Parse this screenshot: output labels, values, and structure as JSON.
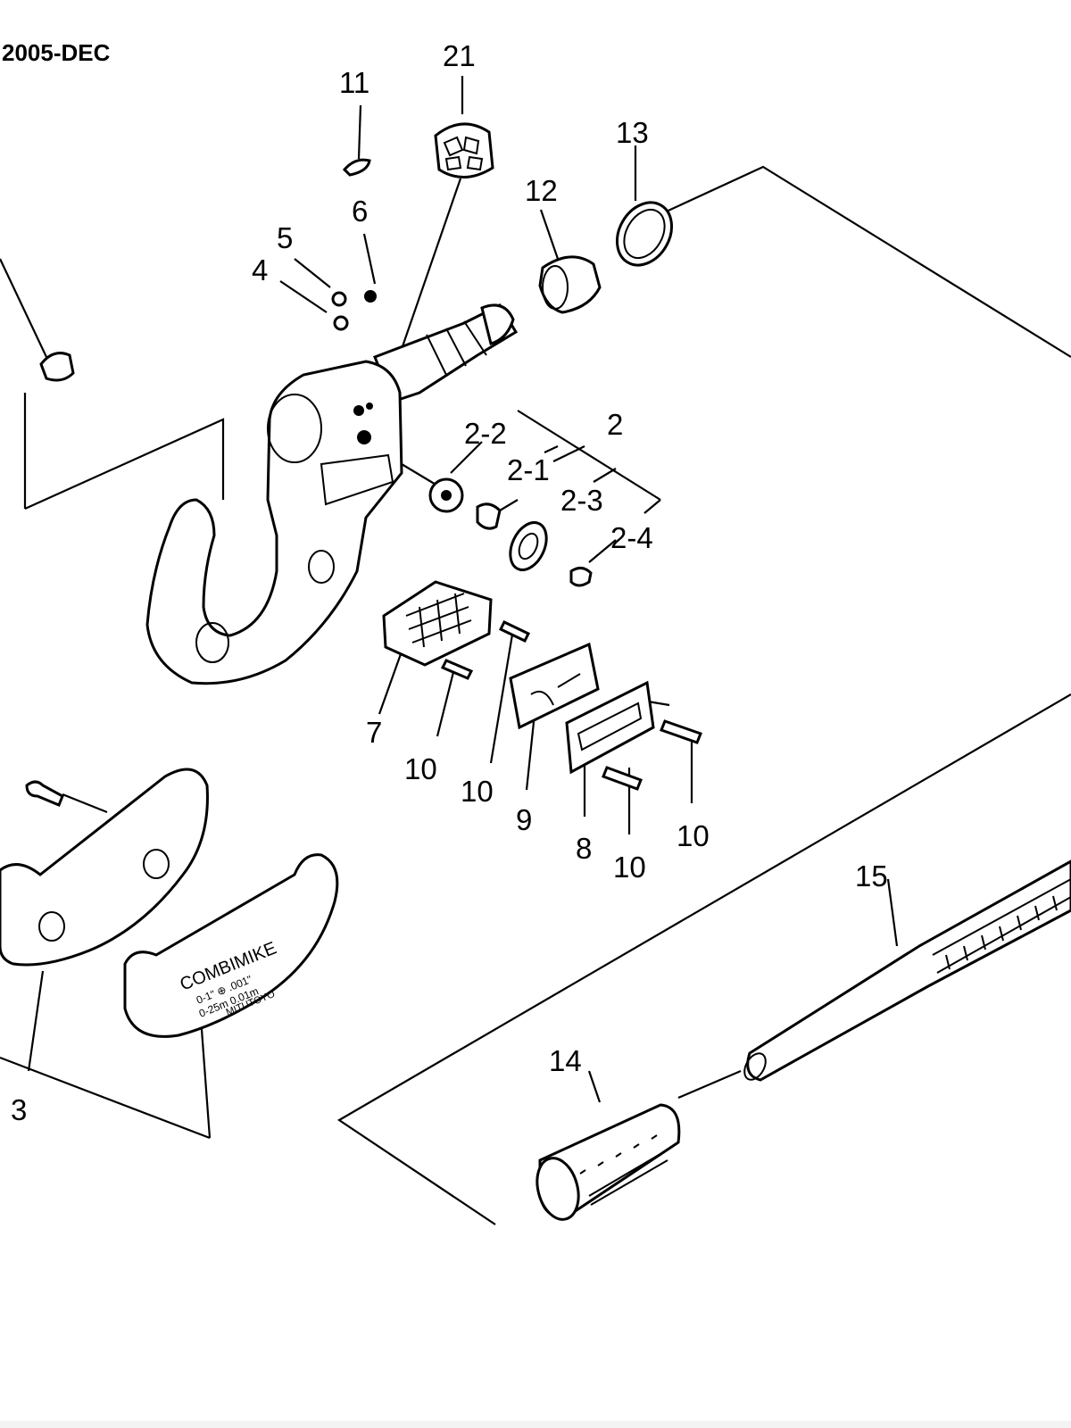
{
  "header": {
    "date": "2005-DEC"
  },
  "callouts": {
    "c21": "21",
    "c11": "11",
    "c13": "13",
    "c12": "12",
    "c6": "6",
    "c5": "5",
    "c4": "4",
    "c2": "2",
    "c2_2": "2-2",
    "c2_1": "2-1",
    "c2_3": "2-3",
    "c2_4": "2-4",
    "c7": "7",
    "c10a": "10",
    "c10b": "10",
    "c9": "9",
    "c8": "8",
    "c10c": "10",
    "c10d": "10",
    "c15": "15",
    "c14": "14",
    "c3": "3"
  },
  "case_text": {
    "line1": "COMBIMIKE",
    "line2": "0-1\" ⊕ .001\"",
    "line3": "0-25m 0.01m",
    "line4": "MITUTOYO"
  }
}
